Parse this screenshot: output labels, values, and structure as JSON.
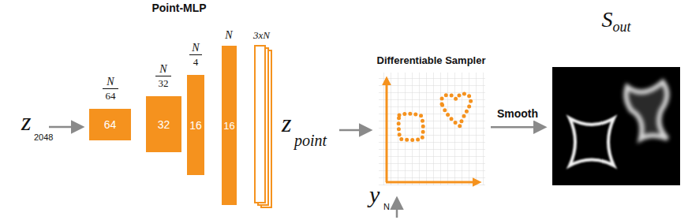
{
  "diagram": {
    "nodes": [
      {
        "text": [
          "64"
        ]
      },
      {
        "text": [
          "32"
        ]
      },
      {
        "text": [
          "16"
        ]
      },
      {
        "text": [
          "16"
        ]
      },
      {
        "text": [
          "Differentiable Sampler"
        ]
      },
      {
        "text": [
          "S",
          "out"
        ]
      }
    ],
    "edges": [
      {
        "from": 4,
        "to": 5,
        "label": "Smooth",
        "arrow": "to"
      }
    ],
    "labels": [
      "Point-MLP",
      "z",
      "2048",
      "N",
      "64",
      "N",
      "32",
      "N",
      "4",
      "N",
      "3xN",
      "z",
      "point",
      "y",
      "N"
    ]
  }
}
